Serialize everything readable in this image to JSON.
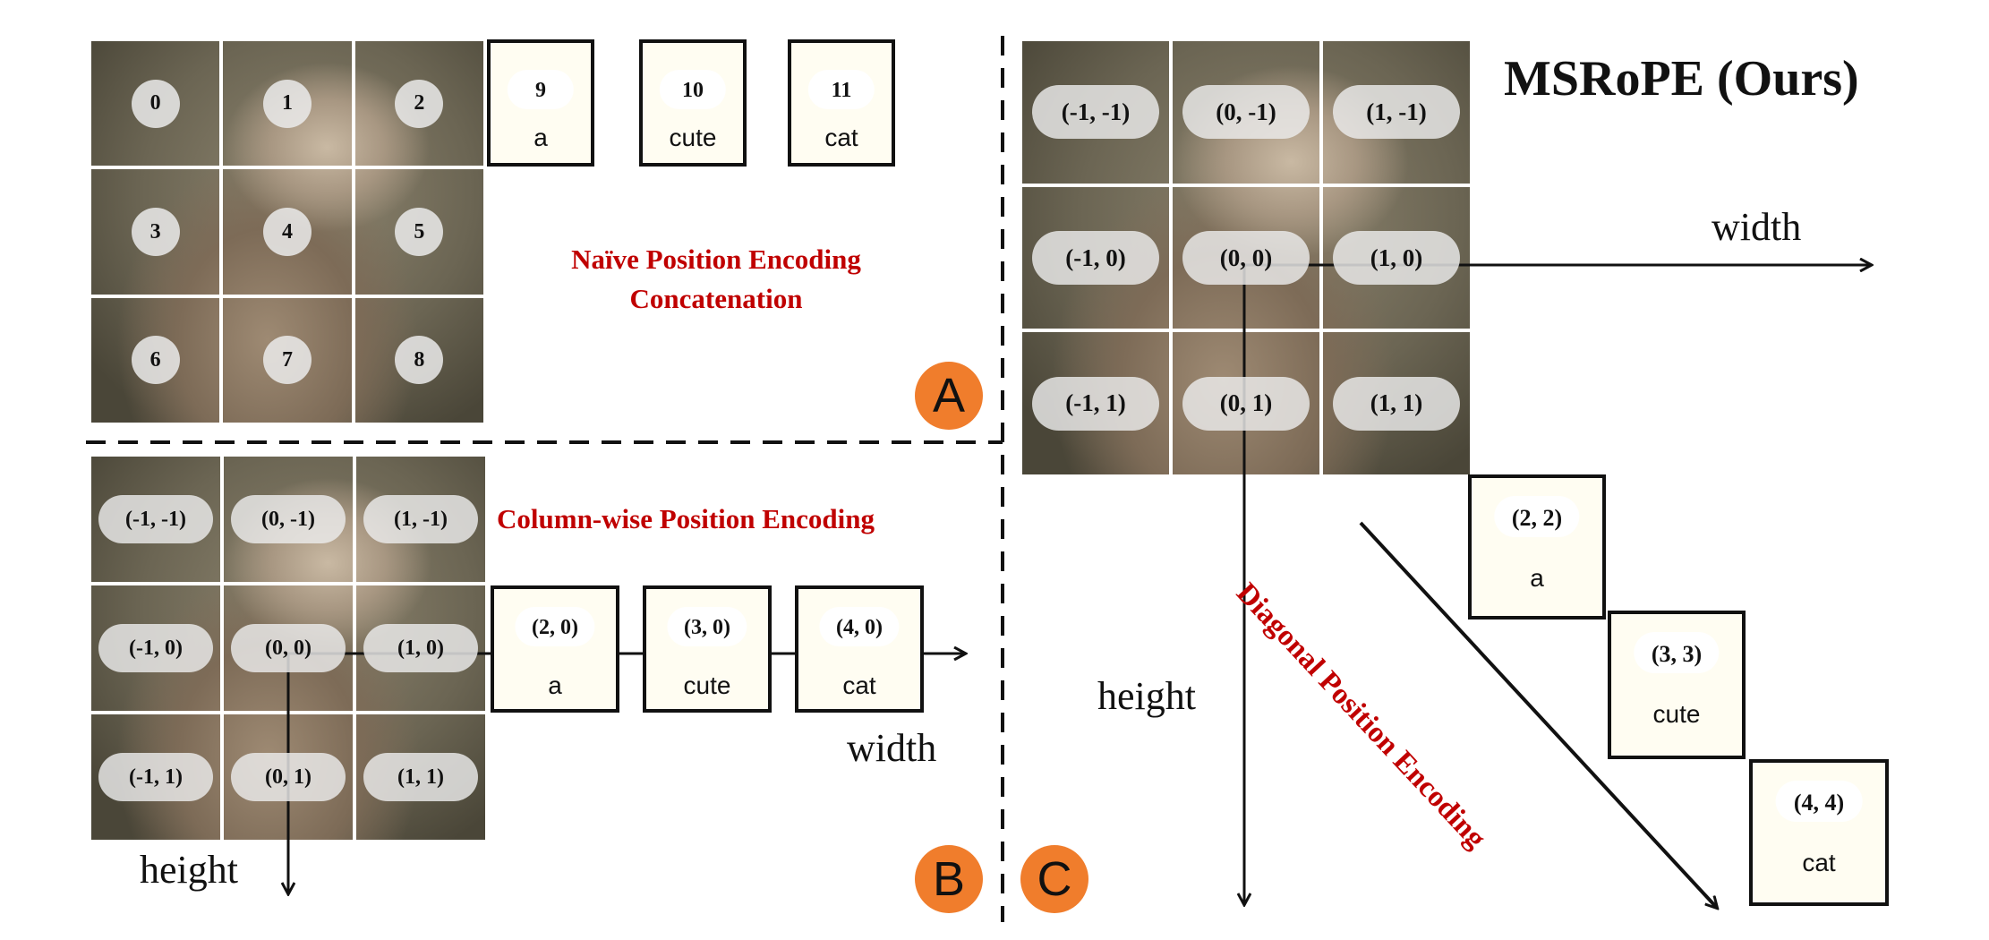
{
  "colors": {
    "accent_red": "#c00000",
    "badge_orange": "#f07d2c",
    "token_bg": "#fffdf2"
  },
  "panelA": {
    "badge": "A",
    "cell_labels": [
      "0",
      "1",
      "2",
      "3",
      "4",
      "5",
      "6",
      "7",
      "8"
    ],
    "tokens": [
      {
        "pos": "9",
        "word": "a"
      },
      {
        "pos": "10",
        "word": "cute"
      },
      {
        "pos": "11",
        "word": "cat"
      }
    ],
    "title_line1": "Naïve Position Encoding",
    "title_line2": "Concatenation"
  },
  "panelB": {
    "badge": "B",
    "title": "Column-wise Position Encoding",
    "cell_labels": [
      "(-1, -1)",
      "(0, -1)",
      "(1, -1)",
      "(-1, 0)",
      "(0, 0)",
      "(1, 0)",
      "(-1, 1)",
      "(0, 1)",
      "(1, 1)"
    ],
    "tokens": [
      {
        "pos": "(2, 0)",
        "word": "a"
      },
      {
        "pos": "(3, 0)",
        "word": "cute"
      },
      {
        "pos": "(4, 0)",
        "word": "cat"
      }
    ],
    "width_label": "width",
    "height_label": "height"
  },
  "panelC": {
    "badge": "C",
    "title": "MSRoPE (Ours)",
    "cell_labels": [
      "(-1, -1)",
      "(0, -1)",
      "(1, -1)",
      "(-1, 0)",
      "(0, 0)",
      "(1, 0)",
      "(-1, 1)",
      "(0, 1)",
      "(1, 1)"
    ],
    "tokens": [
      {
        "pos": "(2, 2)",
        "word": "a"
      },
      {
        "pos": "(3, 3)",
        "word": "cute"
      },
      {
        "pos": "(4, 4)",
        "word": "cat"
      }
    ],
    "diagonal_label": "Diagonal Position Encoding",
    "width_label": "width",
    "height_label": "height"
  }
}
